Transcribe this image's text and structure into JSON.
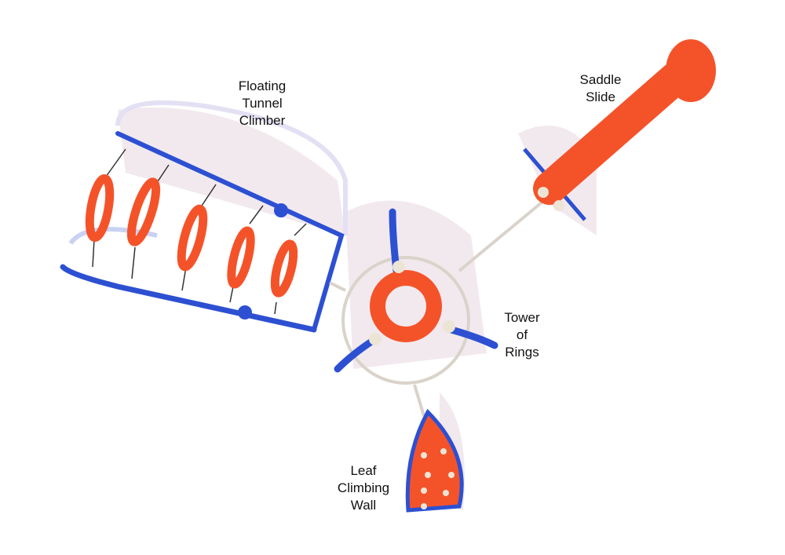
{
  "colors": {
    "orange": "#f4532a",
    "blue": "#2d50d2",
    "frame": "#d9d3ca",
    "shadow": "#eadde3"
  },
  "labels": {
    "tunnel": [
      "Floating",
      "Tunnel",
      "Climber"
    ],
    "slide": [
      "Saddle",
      "Slide"
    ],
    "tower": [
      "Tower",
      "of",
      "Rings"
    ],
    "wall": [
      "Leaf",
      "Climbing",
      "Wall"
    ]
  }
}
